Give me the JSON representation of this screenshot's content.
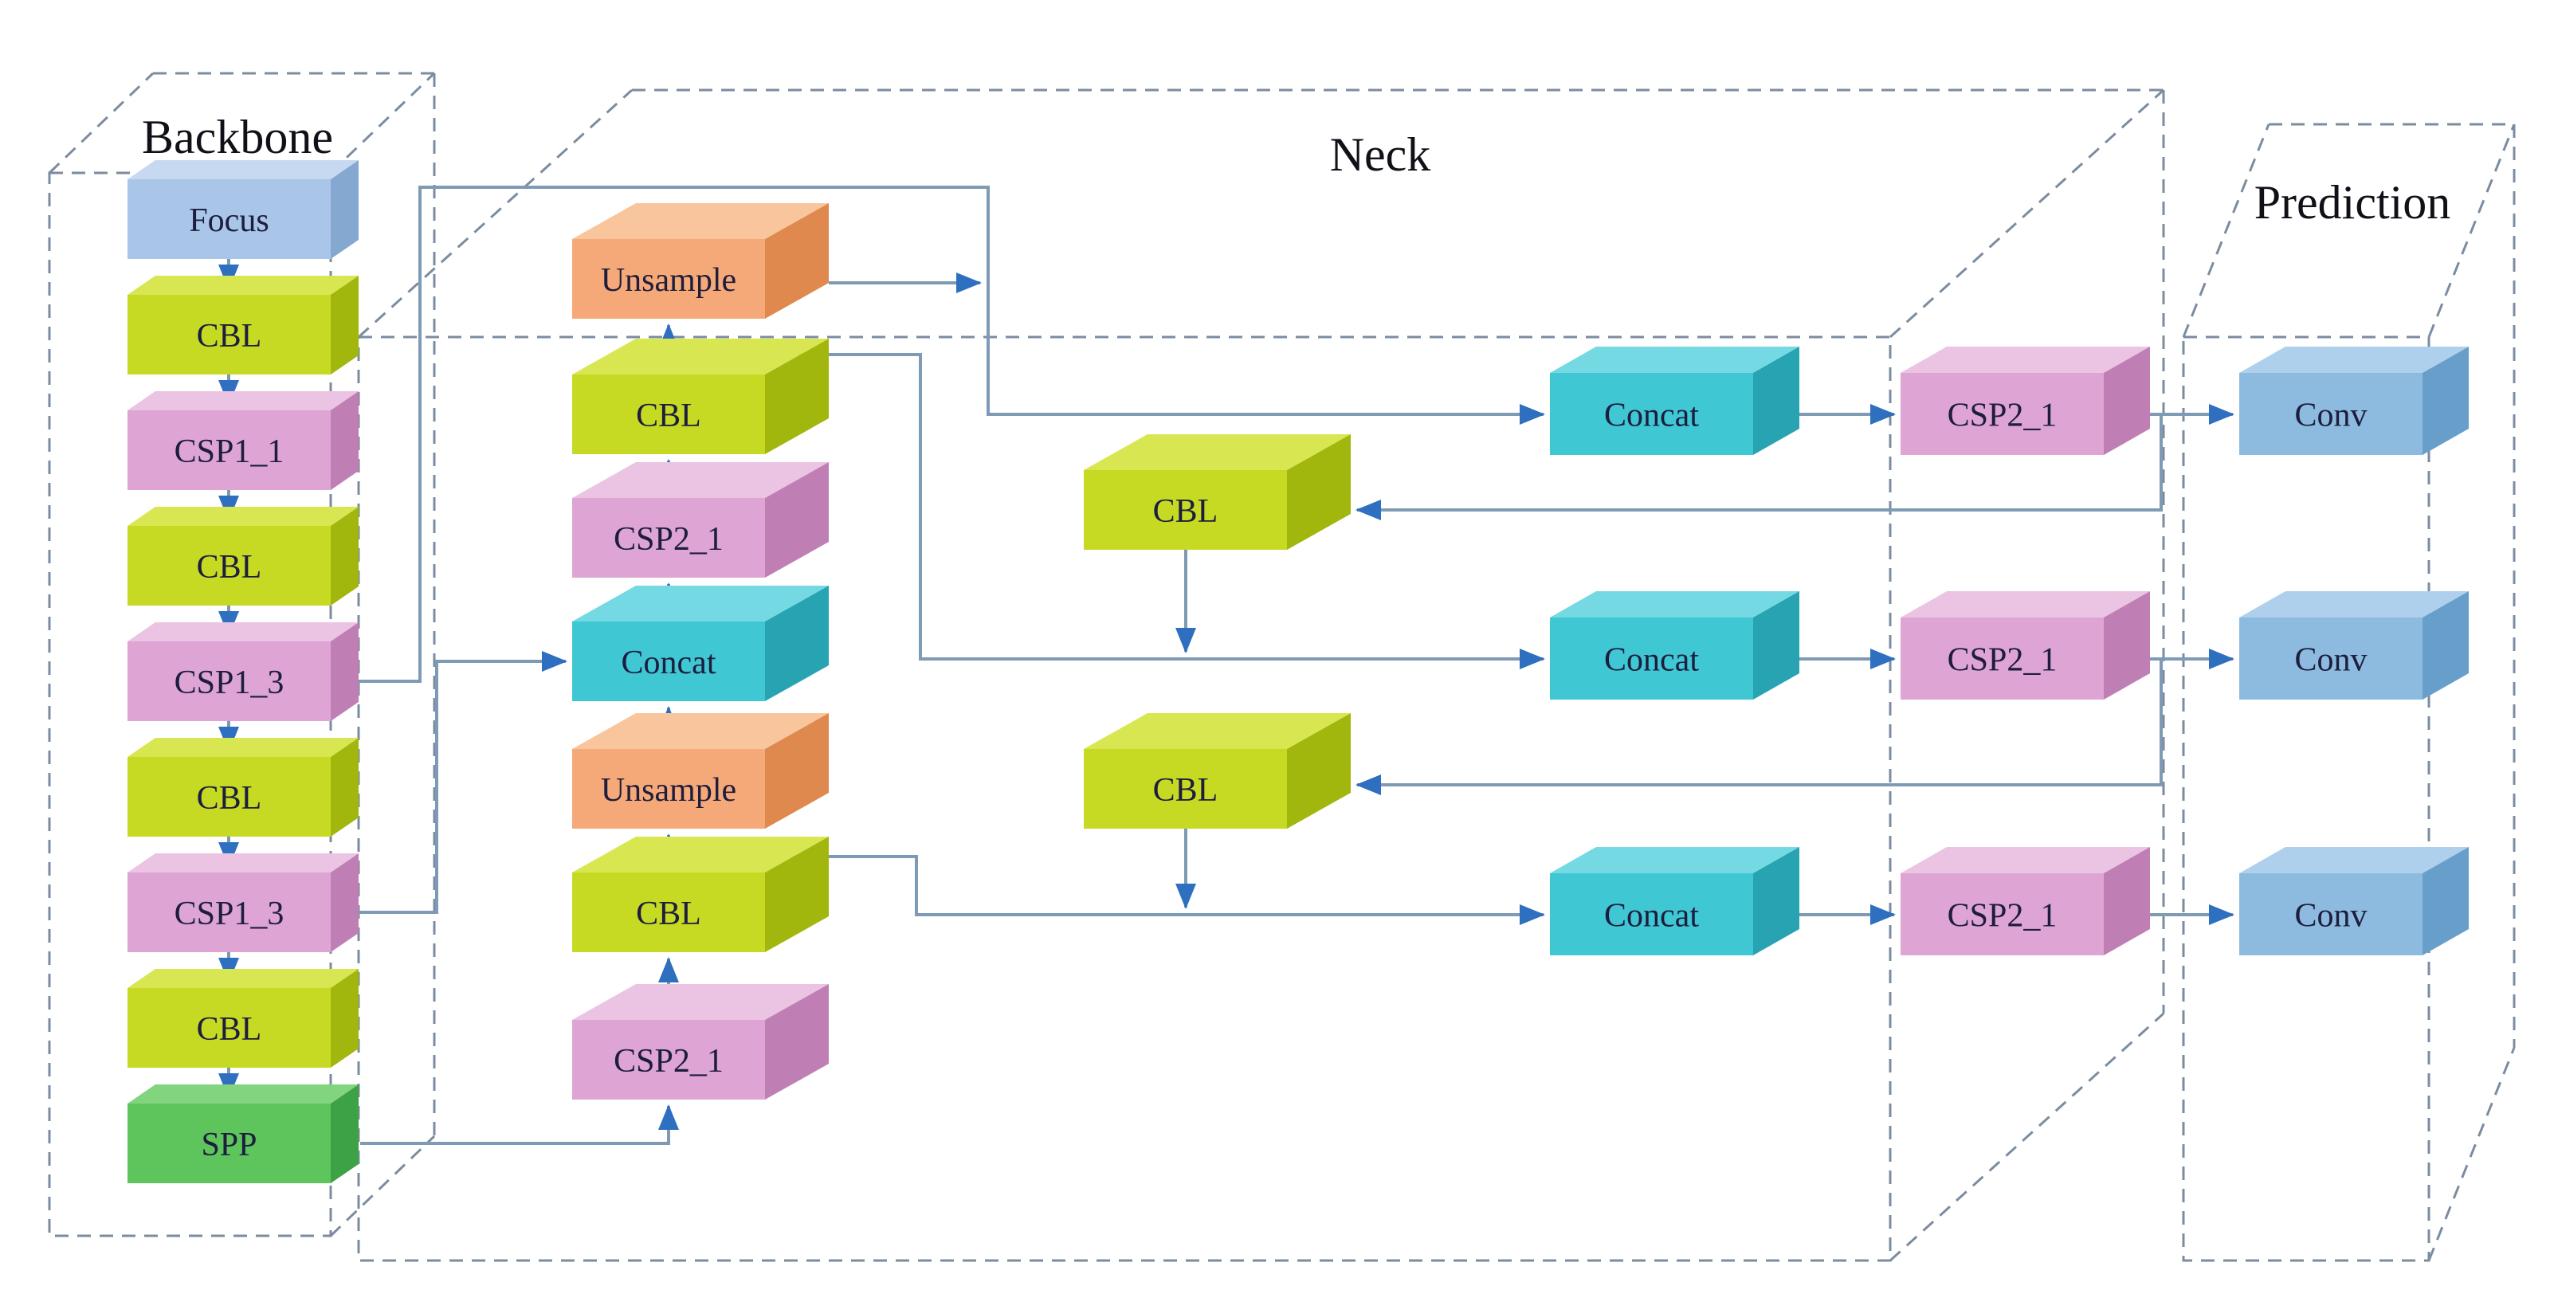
{
  "titles": {
    "backbone": "Backbone",
    "neck": "Neck",
    "prediction": "Prediction"
  },
  "nodes": {
    "bb_focus": "Focus",
    "bb_cbl1": "CBL",
    "bb_csp1_1": "CSP1_1",
    "bb_cbl2": "CBL",
    "bb_csp1_3a": "CSP1_3",
    "bb_cbl3": "CBL",
    "bb_csp1_3b": "CSP1_3",
    "bb_cbl4": "CBL",
    "bb_spp": "SPP",
    "neck_unsample_top": "Unsample",
    "neck_cbl_top": "CBL",
    "neck_csp_mid": "CSP2_1",
    "neck_concat_mid": "Concat",
    "neck_unsample_low": "Unsample",
    "neck_cbl_low": "CBL",
    "neck_csp_bottom": "CSP2_1",
    "neck_pan_cbl1": "CBL",
    "neck_pan_cbl2": "CBL",
    "row1_concat": "Concat",
    "row1_csp": "CSP2_1",
    "row2_concat": "Concat",
    "row2_csp": "CSP2_1",
    "row3_concat": "Concat",
    "row3_csp": "CSP2_1",
    "conv1": "Conv",
    "conv2": "Conv",
    "conv3": "Conv"
  },
  "colors": {
    "ui": {
      "line": "#7e9ab5",
      "arrow": "#2e6fc0",
      "dashed": "#7c8ca0",
      "text": "#1d1d3d"
    },
    "palettes": {
      "focus": {
        "face": "#a9c5e8",
        "top": "#c6d9f1",
        "side": "#84a8cf"
      },
      "cbl": {
        "face": "#c6da24",
        "top": "#d8e751",
        "side": "#a2b70d"
      },
      "csp": {
        "face": "#dda4d4",
        "top": "#ebc3e3",
        "side": "#c07fb4"
      },
      "spp": {
        "face": "#5ec45c",
        "top": "#82d57e",
        "side": "#3da246"
      },
      "uns": {
        "face": "#f6a978",
        "top": "#f9c59d",
        "side": "#e0894f"
      },
      "concat": {
        "face": "#3fc7d4",
        "top": "#74d9e2",
        "side": "#27a3b2"
      },
      "conv": {
        "face": "#8cbbdf",
        "top": "#aed0ec",
        "side": "#689fca"
      }
    }
  }
}
